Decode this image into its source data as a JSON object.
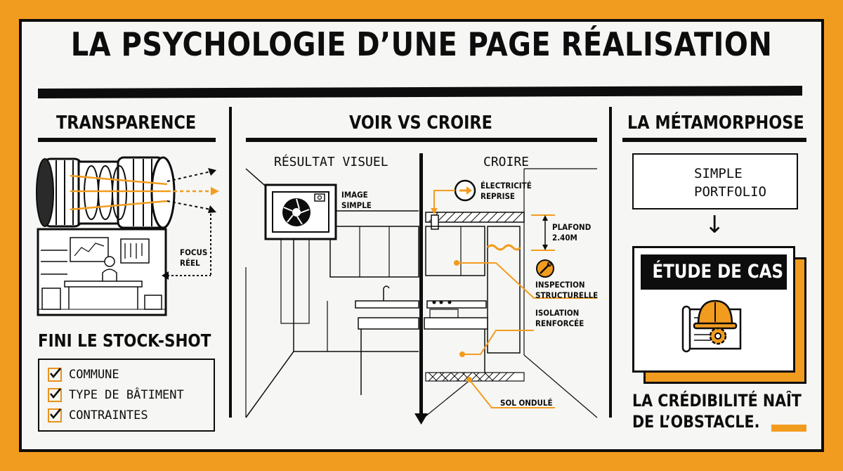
{
  "title": "LA PSYCHOLOGIE D’UNE PAGE RÉALISATION",
  "colors": {
    "accent": "#f29c1f",
    "ink": "#0d0d0d",
    "paper": "#f6f6f4"
  },
  "left": {
    "heading": "TRANSPARENCE",
    "focus_label": "FOCUS\nRÉEL",
    "subheading": "FINI LE STOCK-SHOT",
    "checklist": [
      "COMMUNE",
      "TYPE DE BÂTIMENT",
      "CONTRAINTES"
    ],
    "icons": [
      "camera-lens-icon",
      "workshop-illustration",
      "checkbox-icon"
    ]
  },
  "center": {
    "heading": "VOIR VS CROIRE",
    "left_caption": "RÉSULTAT VISUEL",
    "right_caption": "CROIRE",
    "image_label": "IMAGE\nSIMPLE",
    "annotations": {
      "electricite": "ÉLECTRICITÉ\nREPRISE",
      "plafond": "PLAFOND\n2.40M",
      "inspection": "INSPECTION\nSTRUCTURELLE",
      "isolation": "ISOLATION\nRENFORCÉE",
      "sol": "SOL ONDULÉ"
    },
    "icons": [
      "camera-shutter-icon",
      "arrow-right-icon",
      "wrench-icon",
      "kitchen-illustration"
    ]
  },
  "right": {
    "heading": "LA MÉTAMORPHOSE",
    "portfolio_label": "SIMPLE\nPORTFOLIO",
    "arrow": "↓",
    "case_label": "ÉTUDE DE CAS",
    "quote": "LA CRÉDIBILITÉ NAÎT\nDE L’OBSTACLE.",
    "icons": [
      "folder-icon",
      "hard-hat-icon",
      "gear-icon",
      "blueprint-icon"
    ]
  }
}
